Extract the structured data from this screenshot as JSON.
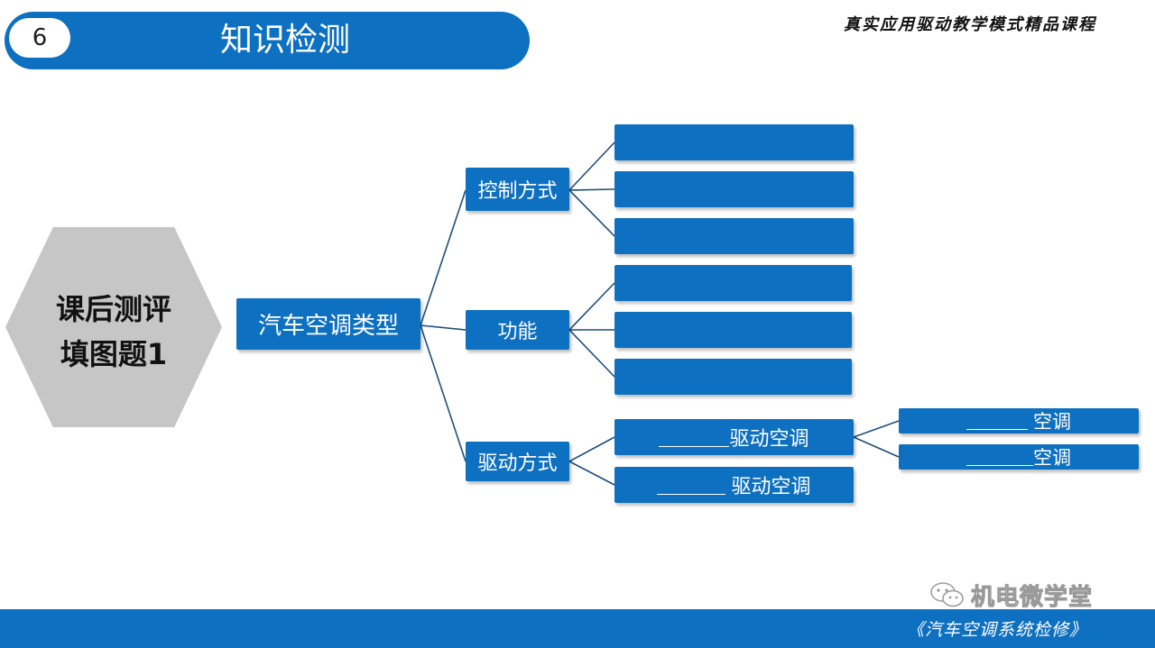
{
  "header": {
    "number": "6",
    "title": "知识检测"
  },
  "top_right_text": "真实应用驱动教学模式精品课程",
  "hexagon": {
    "line1": "课后测评",
    "line2": "填图题1"
  },
  "root": {
    "label": "汽车空调类型"
  },
  "branches": {
    "control": {
      "label": "控制方式"
    },
    "function": {
      "label": "功能"
    },
    "drive": {
      "label": "驱动方式",
      "item1_suffix": "驱动空调",
      "item2_suffix": "驱动空调",
      "sub1_suffix": "空调",
      "sub2_suffix": "空调"
    }
  },
  "watermark": "机电微学堂",
  "footer": "《汽车空调系统检修》",
  "colors": {
    "accent": "#0e70c0",
    "hexagon": "#c6c6c6",
    "connector": "#1f4e79"
  }
}
